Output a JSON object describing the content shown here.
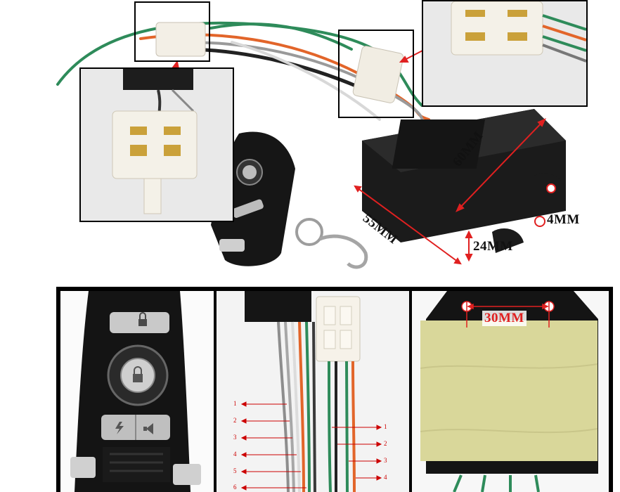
{
  "colors": {
    "red_marker": "#e02020",
    "module_black": "#1b1b1b",
    "connector_white": "#f3efe6",
    "pad_yellow": "#d9d79a",
    "wire_green": "#2e8b5a",
    "wire_orange": "#e2652a",
    "wire_gray": "#9a9a9a"
  },
  "dimensions": {
    "length": "60MM",
    "width": "55MM",
    "height": "24MM",
    "hole": "4MM",
    "hole_spacing": "30MM"
  },
  "wire_numbers": {
    "left": [
      "1",
      "2",
      "3",
      "4",
      "5",
      "6"
    ],
    "right": [
      "1",
      "2",
      "3",
      "4"
    ]
  },
  "icons": [
    "lock-icon",
    "lightning-icon",
    "horn-icon"
  ]
}
